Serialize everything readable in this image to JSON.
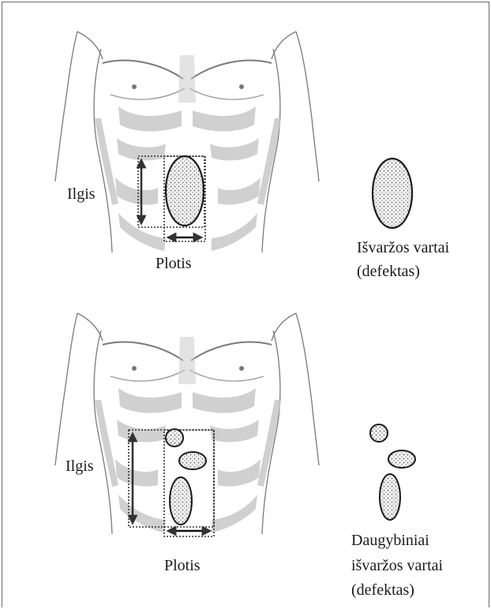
{
  "panels": [
    {
      "measure_length_label": "Ilgis",
      "measure_width_label": "Plotis",
      "caption_line1": "Išvaržos vartai",
      "caption_line2": "(defektas)",
      "caption_line3": ""
    },
    {
      "measure_length_label": "Ilgis",
      "measure_width_label": "Plotis",
      "caption_line1": "Daugybiniai",
      "caption_line2": "išvaržos vartai",
      "caption_line3": "(defektas)"
    }
  ],
  "colors": {
    "frame": "#6b6b6b",
    "torso_shade": "#c8c8c8",
    "torso_outline": "#7a7a7a",
    "arrow": "#333333",
    "defect_fill": "#ececec"
  }
}
